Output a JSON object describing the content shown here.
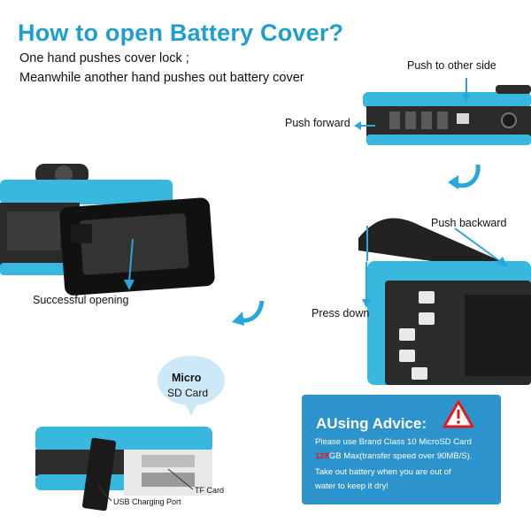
{
  "title": "How to open Battery Cover?",
  "subtitle_lines": [
    "One hand pushes cover lock ;",
    "Meanwhile another hand pushes out battery cover"
  ],
  "labels": {
    "push_other_side": "Push to other side",
    "push_forward": "Push forward",
    "push_backward": "Push backward",
    "successful_opening": "Successful opening",
    "press_down": "Press down",
    "tf_card": "TF Card",
    "usb_port": "USB Charging Port"
  },
  "micro_sd": {
    "title": "Micro",
    "subtitle": "SD Card"
  },
  "advice": {
    "title": "AUsing Advice:",
    "line1": "Please use Brand Class 10 MicroSD Card",
    "line2_prefix": "128",
    "line2_rest": "GB Max(transfer speed over 90MB/S).",
    "line3": "Take out battery when you are out of",
    "line4": "water to keep it dry!"
  },
  "colors": {
    "accent": "#1f9fd0",
    "camera_blue": "#38b8de",
    "arrow_blue": "#2aa7d9",
    "advice_bg": "#2d93cc",
    "warning_red": "#e11b1b"
  }
}
